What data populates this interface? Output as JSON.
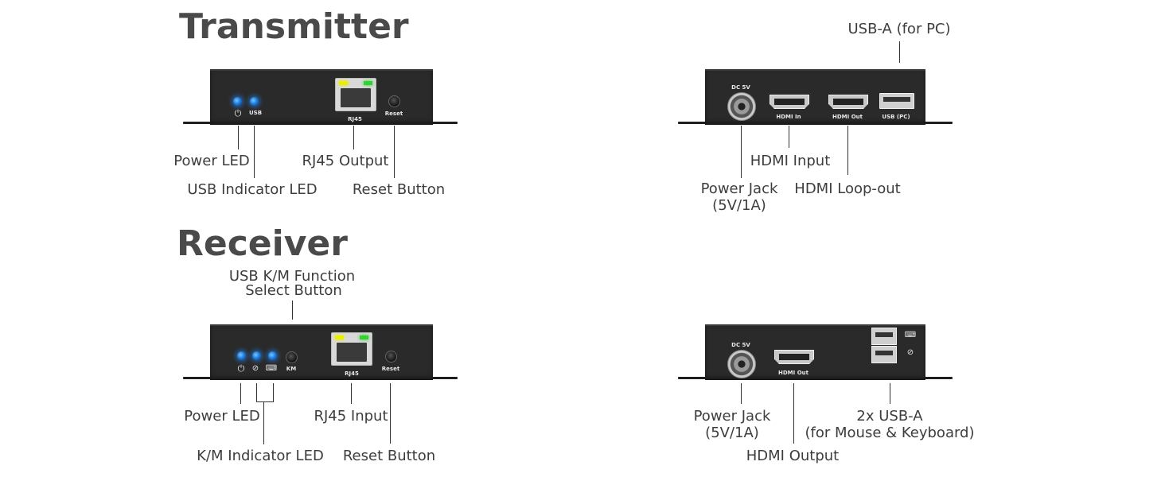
{
  "transmitter": {
    "title": "Transmitter",
    "front": {
      "port_labels": {
        "usb": "USB",
        "rj45": "RJ45",
        "reset": "Reset"
      },
      "callouts": {
        "power_led": "Power LED",
        "usb_led": "USB Indicator LED",
        "rj45": "RJ45 Output",
        "reset": "Reset Button"
      }
    },
    "rear": {
      "port_labels": {
        "dc": "DC 5V",
        "hdmi_in": "HDMI In",
        "hdmi_out": "HDMI Out",
        "usb_pc": "USB (PC)"
      },
      "callouts": {
        "usb_a": "USB-A (for PC)",
        "power_jack_1": "Power Jack",
        "power_jack_2": "(5V/1A)",
        "hdmi_in": "HDMI Input",
        "hdmi_loop": "HDMI Loop-out"
      }
    }
  },
  "receiver": {
    "title": "Receiver",
    "front": {
      "port_labels": {
        "km": "KM",
        "rj45": "RJ45",
        "reset": "Reset"
      },
      "callouts": {
        "km_button_1": "USB K/M Function",
        "km_button_2": "Select Button",
        "power_led": "Power LED",
        "rj45": "RJ45 Input",
        "km_led": "K/M Indicator LED",
        "reset": "Reset Button"
      }
    },
    "rear": {
      "port_labels": {
        "dc": "DC 5V",
        "hdmi_out": "HDMI Out"
      },
      "callouts": {
        "power_jack_1": "Power Jack",
        "power_jack_2": "(5V/1A)",
        "usb_1": "2x USB-A",
        "usb_2": "(for Mouse & Keyboard)",
        "hdmi_out": "HDMI Output"
      }
    }
  },
  "colors": {
    "led": "#1f7fe0",
    "chassis": "#2a2a2a",
    "link_yellow": "#e8f000",
    "link_green": "#32d232"
  }
}
